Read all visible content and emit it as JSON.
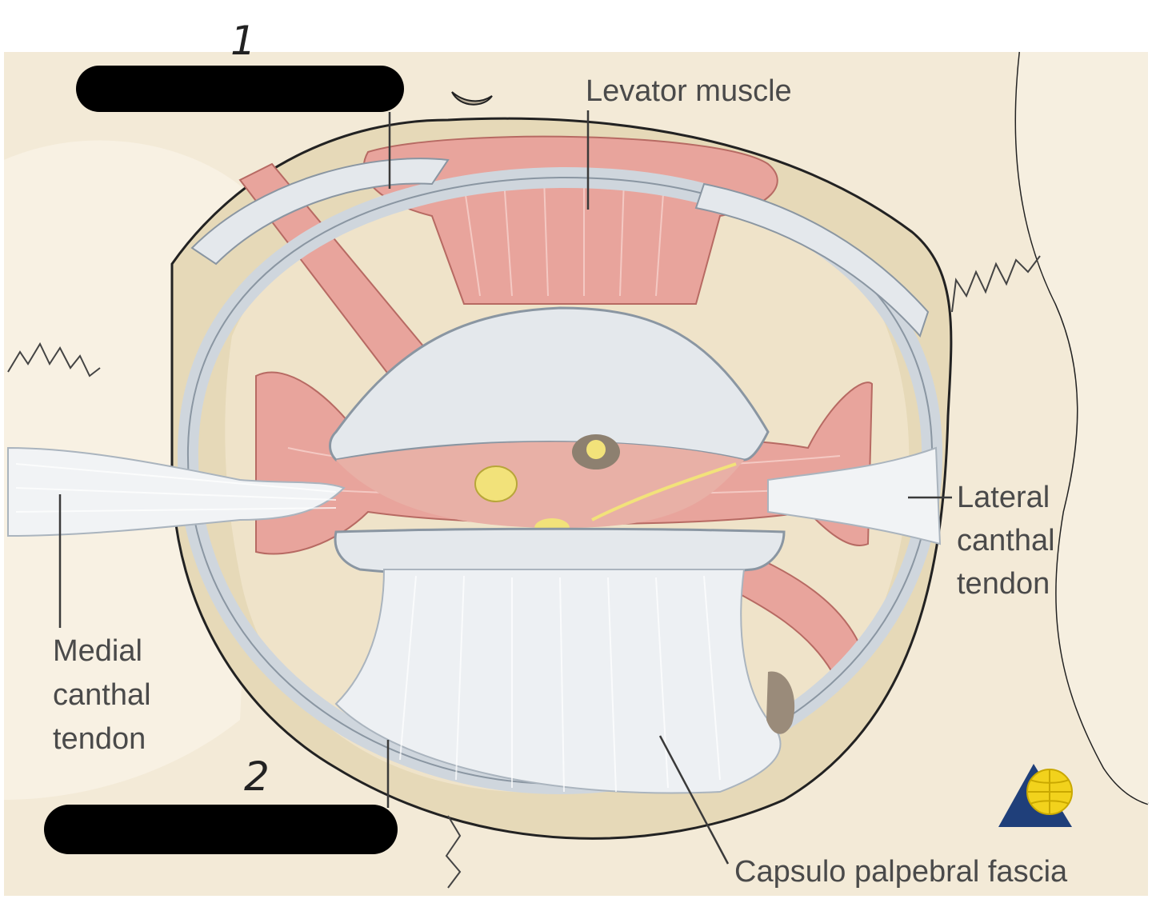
{
  "labels": {
    "levator": "Levator muscle",
    "lateral": [
      "Lateral",
      "canthal",
      "tendon"
    ],
    "medial": [
      "Medial",
      "canthal",
      "tendon"
    ],
    "capsulo": "Capsulo palpebral fascia",
    "hand_1": "1",
    "hand_2": "2"
  },
  "colors": {
    "background_tissue": "#f3ead7",
    "bone_shadow": "#e6d9b8",
    "fascia": "#e4e8ec",
    "muscle": "#e8a49c",
    "nerve": "#f2e27a",
    "redaction": "#000000",
    "logo_blue": "#1f3f7a",
    "logo_yellow": "#f2d21c"
  },
  "icons": {
    "logo": "globe-triangle-logo-icon"
  }
}
